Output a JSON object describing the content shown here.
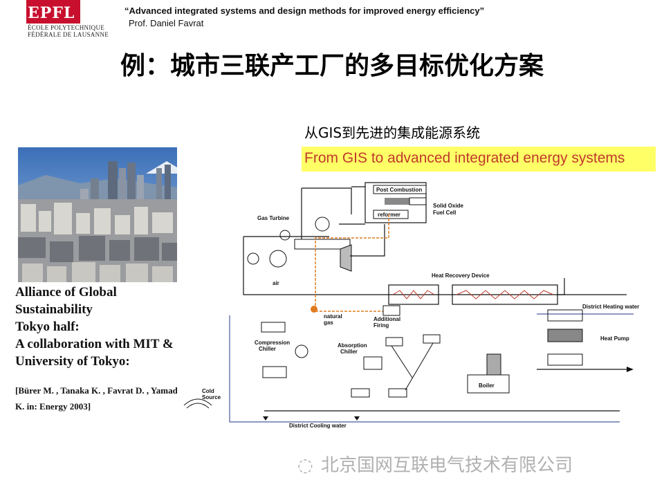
{
  "header": {
    "logo_text": "EPFL",
    "logo_line1": "ÉCOLE POLYTECHNIQUE",
    "logo_line2": "FÉDÉRALE DE LAUSANNE",
    "talk_title": "“Advanced integrated systems and design methods for improved energy efficiency”",
    "author": "Prof. Daniel Favrat"
  },
  "main_title": "例：城市三联产工厂的多目标优化方案",
  "subtitle_cn": "从GIS到先进的集成能源系统",
  "subtitle_en": "From GIS to advanced integrated energy systems",
  "caption_lines": [
    "Alliance of Global",
    "Sustainability",
    "Tokyo half:",
    "A collaboration with MIT &",
    "University of Tokyo:"
  ],
  "citation_lines": [
    "[Bürer M. , Tanaka K. , Favrat D. , Yamada",
    "K.  in:  Energy 2003]"
  ],
  "diagram_labels": {
    "post_combustion": "Post Combustion",
    "reformer": "reformer",
    "sofc_1": "Solid Oxide",
    "sofc_2": "Fuel Cell",
    "gas_turbine": "Gas Turbine",
    "air": "air",
    "heat_recovery": "Heat Recovery Device",
    "natural_gas_1": "natural",
    "natural_gas_2": "gas",
    "additional_firing_1": "Additional",
    "additional_firing_2": "Firing",
    "district_heating": "District Heating water",
    "compression_chiller_1": "Compression",
    "compression_chiller_2": "Chiller",
    "absorption_chiller_1": "Absorption",
    "absorption_chiller_2": "Chiller",
    "heat_pump": "Heat Pump",
    "boiler": "Boiler",
    "cold_source_1": "Cold",
    "cold_source_2": "Source",
    "district_cooling": "District  Cooling  water"
  },
  "watermark": "北京国网互联电气技术有限公司",
  "colors": {
    "logo_red": "#c8102e",
    "highlight_yellow": "#ffff66",
    "subtitle_red": "#c0392b",
    "gas_line_orange": "#e07b20",
    "water_line_blue": "#4a5a9a"
  }
}
